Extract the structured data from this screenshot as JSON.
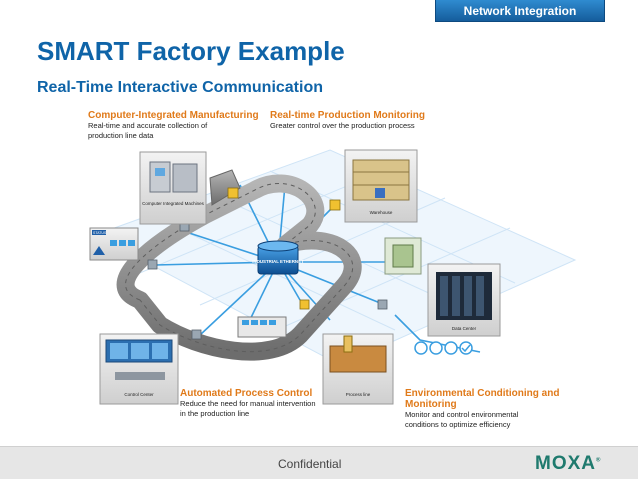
{
  "slide": {
    "tag": "Network Integration",
    "title": "SMART Factory Example",
    "subtitle": "Real-Time Interactive Communication"
  },
  "captions": {
    "cim": {
      "heading": "Computer-Integrated Manufacturing",
      "lines": [
        "Real-time and accurate collection of",
        "production line data"
      ]
    },
    "rpm": {
      "heading": "Real-time Production Monitoring",
      "lines": [
        "Greater control over the production process"
      ]
    },
    "apc": {
      "heading": "Automated Process Control",
      "lines": [
        "Reduce the need for manual intervention",
        "in the production line"
      ]
    },
    "ecm": {
      "heading_lines": [
        "Environmental Conditioning and",
        "Monitoring"
      ],
      "lines": [
        "Monitor and control environmental",
        "conditions to optimize efficiency"
      ]
    }
  },
  "nodes": {
    "machines": "Computer Integrated Machines",
    "warehouse": "Warehouse",
    "data_center": "Data Center",
    "control_center": "Control Center",
    "process_line": "Process line",
    "hub": "INDUSTRIAL ETHERNET",
    "status_panel": "STATUS"
  },
  "footer": {
    "confidential": "Confidential",
    "logo": "MOXA",
    "logo_mark": "®"
  },
  "colors": {
    "title_blue": "#0f64a8",
    "caption_orange": "#e07a1a",
    "network_blue": "#3a9ee0",
    "conveyor_grey": "#8a8a8a"
  }
}
